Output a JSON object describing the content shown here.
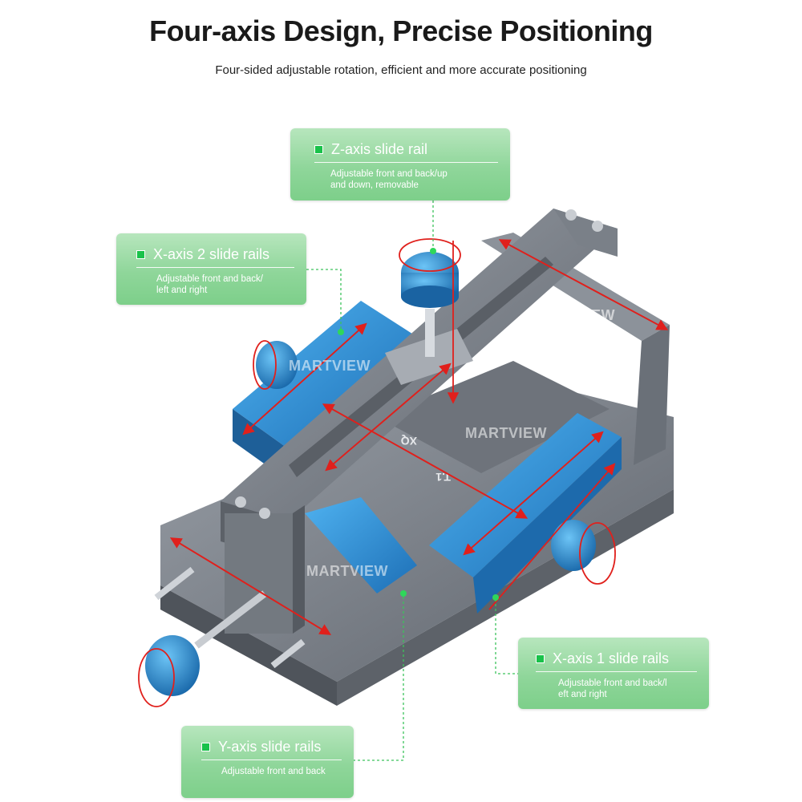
{
  "header": {
    "title": "Four-axis Design, Precise Positioning",
    "subtitle": "Four-sided adjustable rotation, efficient and more accurate positioning"
  },
  "callouts": [
    {
      "title": "Z-axis slide rail",
      "desc1": "Adjustable front and back/up",
      "desc2": "and down, removable"
    },
    {
      "title": "X-axis 2 slide rails",
      "desc1": "Adjustable front and back/",
      "desc2": "left and right"
    },
    {
      "title": "X-axis 1 slide rails",
      "desc1": "Adjustable front and back/l",
      "desc2": "eft and right"
    },
    {
      "title": "Y-axis slide rails",
      "desc1": "Adjustable front and back",
      "desc2": ""
    }
  ],
  "watermark": "MARTVIEW",
  "product_marks": {
    "model": "XQ",
    "logo": "T.1"
  },
  "colors": {
    "accent_green": "#19c24a",
    "callout_green": "#8fd69a",
    "metal_gray": "#7e838c",
    "anodized_blue": "#2f8fd6",
    "arrow_red": "#e0201c"
  },
  "icons": [
    "green-square-icon",
    "rotation-arrow-icon",
    "direction-arrow-icon"
  ]
}
